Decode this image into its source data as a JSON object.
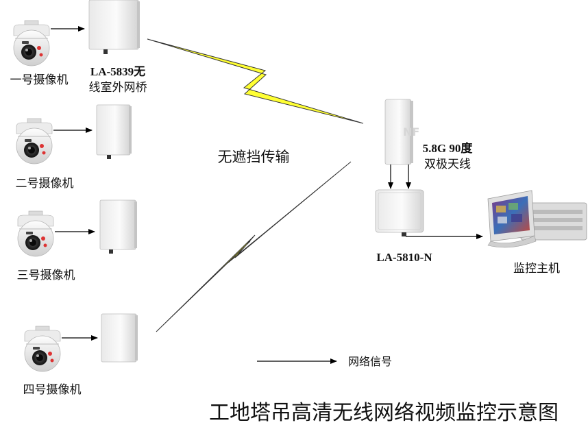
{
  "cameras": [
    {
      "label": "一号摄像机"
    },
    {
      "label": "二号摄像机"
    },
    {
      "label": "三号摄像机"
    },
    {
      "label": "四号摄像机"
    }
  ],
  "bridge_label_line1": "LA-5839无",
  "bridge_label_line2": "线室外网桥",
  "transmission_label": "无遮挡传输",
  "antenna_label_line1": "5.8G 90度",
  "antenna_label_line2": "双极天线",
  "base_station_label": "LA-5810-N",
  "monitor_label": "监控主机",
  "legend_label": "网络信号",
  "title": "工地塔吊高清无线网络视频监控示意图",
  "colors": {
    "lightning": "#ffff33",
    "lightning_outline": "#333333",
    "device_light": "#f4f4f4",
    "device_shadow": "#c9c9c9"
  }
}
